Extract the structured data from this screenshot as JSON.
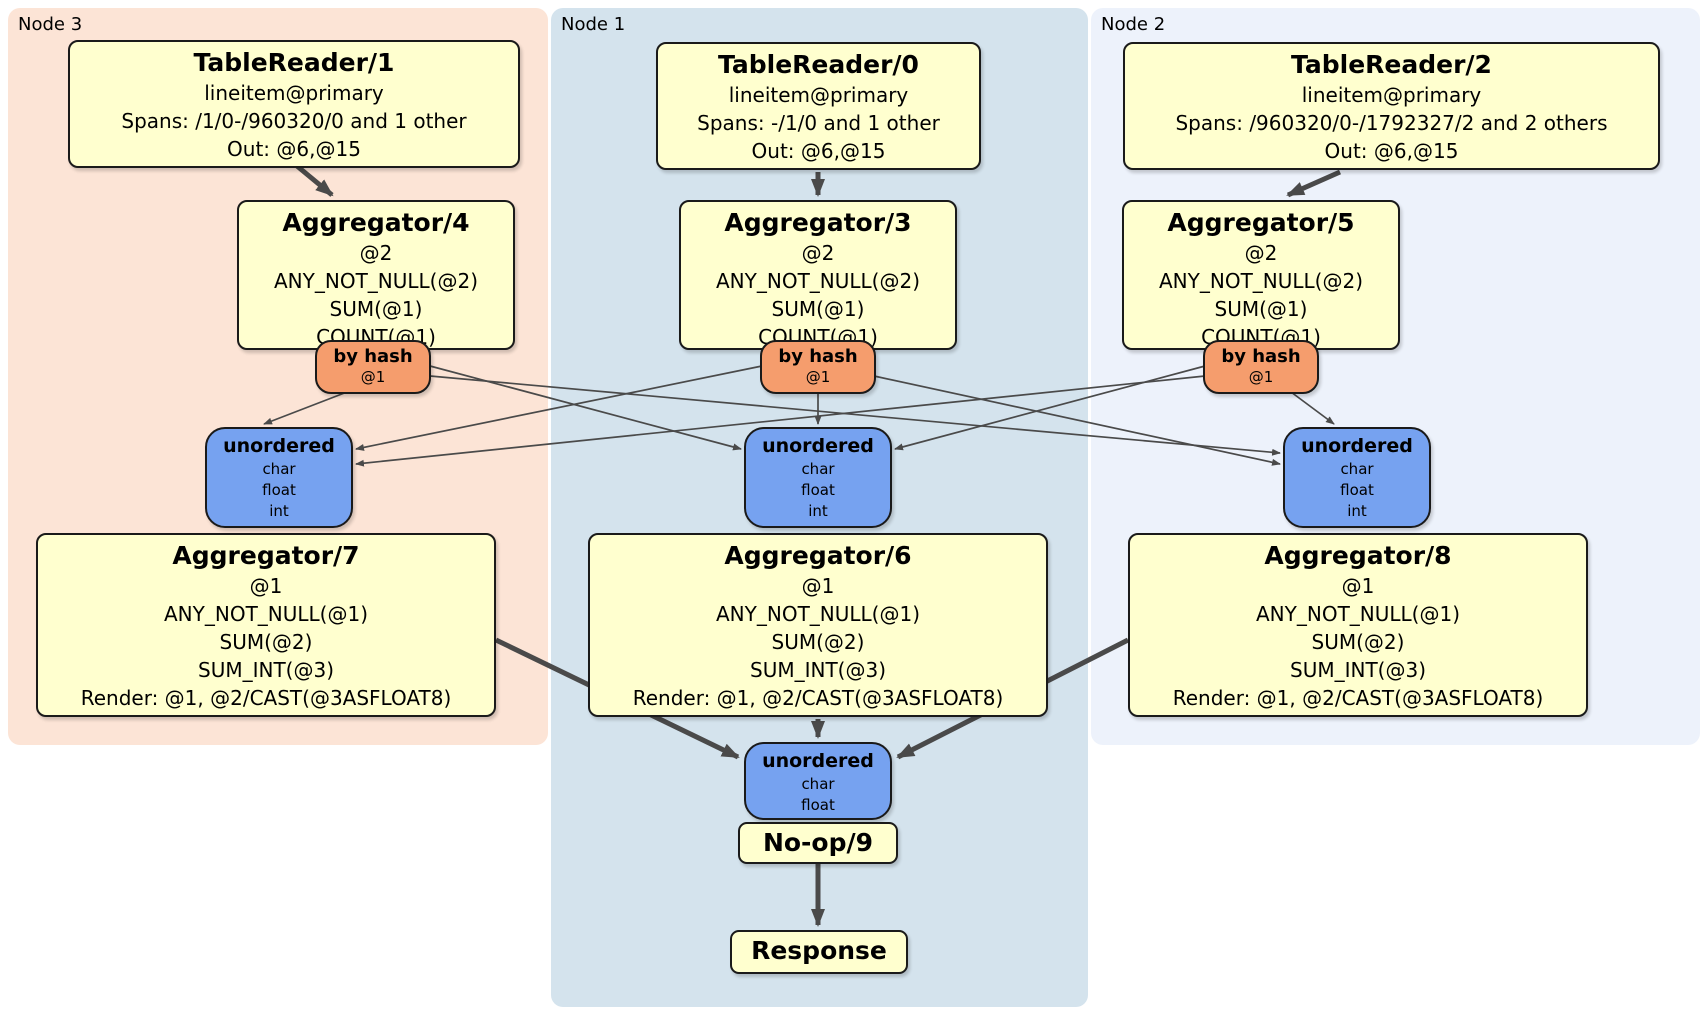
{
  "colors": {
    "region_node3_bg": "#fce4d6",
    "region_node1_bg": "#d4e3ed",
    "region_node2_bg": "#edf2fb",
    "processor_bg": "#ffffcf",
    "router_bg": "#f59d6d",
    "stream_bg": "#76a2f0",
    "edge": "#4a4a4a"
  },
  "regions": {
    "node3": {
      "label": "Node 3"
    },
    "node1": {
      "label": "Node 1"
    },
    "node2": {
      "label": "Node 2"
    }
  },
  "processors": {
    "tr1": {
      "title": "TableReader/1",
      "lines": [
        "lineitem@primary",
        "Spans: /1/0-/960320/0 and 1 other",
        "Out: @6,@15"
      ]
    },
    "tr0": {
      "title": "TableReader/0",
      "lines": [
        "lineitem@primary",
        "Spans: -/1/0 and 1 other",
        "Out: @6,@15"
      ]
    },
    "tr2": {
      "title": "TableReader/2",
      "lines": [
        "lineitem@primary",
        "Spans: /960320/0-/1792327/2 and 2 others",
        "Out: @6,@15"
      ]
    },
    "agg4": {
      "title": "Aggregator/4",
      "lines": [
        "@2",
        "ANY_NOT_NULL(@2)",
        "SUM(@1)",
        "COUNT(@1)"
      ]
    },
    "agg3": {
      "title": "Aggregator/3",
      "lines": [
        "@2",
        "ANY_NOT_NULL(@2)",
        "SUM(@1)",
        "COUNT(@1)"
      ]
    },
    "agg5": {
      "title": "Aggregator/5",
      "lines": [
        "@2",
        "ANY_NOT_NULL(@2)",
        "SUM(@1)",
        "COUNT(@1)"
      ]
    },
    "agg7": {
      "title": "Aggregator/7",
      "lines": [
        "@1",
        "ANY_NOT_NULL(@1)",
        "SUM(@2)",
        "SUM_INT(@3)",
        "Render: @1, @2/CAST(@3ASFLOAT8)"
      ]
    },
    "agg6": {
      "title": "Aggregator/6",
      "lines": [
        "@1",
        "ANY_NOT_NULL(@1)",
        "SUM(@2)",
        "SUM_INT(@3)",
        "Render: @1, @2/CAST(@3ASFLOAT8)"
      ]
    },
    "agg8": {
      "title": "Aggregator/8",
      "lines": [
        "@1",
        "ANY_NOT_NULL(@1)",
        "SUM(@2)",
        "SUM_INT(@3)",
        "Render: @1, @2/CAST(@3ASFLOAT8)"
      ]
    },
    "noop": {
      "title": "No-op/9"
    },
    "response": {
      "title": "Response"
    }
  },
  "routers": {
    "hash_node3": {
      "title": "by hash",
      "detail": "@1"
    },
    "hash_node1": {
      "title": "by hash",
      "detail": "@1"
    },
    "hash_node2": {
      "title": "by hash",
      "detail": "@1"
    }
  },
  "streams": {
    "unordered_node3": {
      "title": "unordered",
      "types": [
        "char",
        "float",
        "int"
      ]
    },
    "unordered_node1": {
      "title": "unordered",
      "types": [
        "char",
        "float",
        "int"
      ]
    },
    "unordered_node2": {
      "title": "unordered",
      "types": [
        "char",
        "float",
        "int"
      ]
    },
    "unordered_final": {
      "title": "unordered",
      "types": [
        "char",
        "float"
      ]
    }
  }
}
